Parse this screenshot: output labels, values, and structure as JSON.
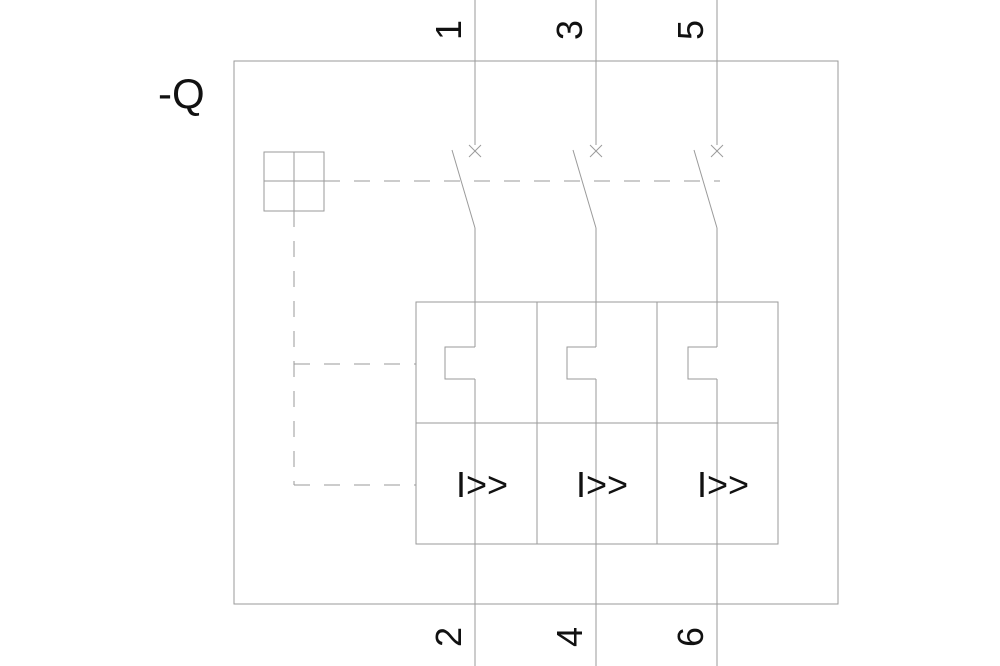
{
  "reference_designator": "-Q",
  "terminals_top": [
    "1",
    "3",
    "5"
  ],
  "terminals_bottom": [
    "2",
    "4",
    "6"
  ],
  "trip_labels": [
    "I>>",
    "I>>",
    "I>>"
  ],
  "line_color": "#9a9a9a",
  "text_color": "#111111"
}
